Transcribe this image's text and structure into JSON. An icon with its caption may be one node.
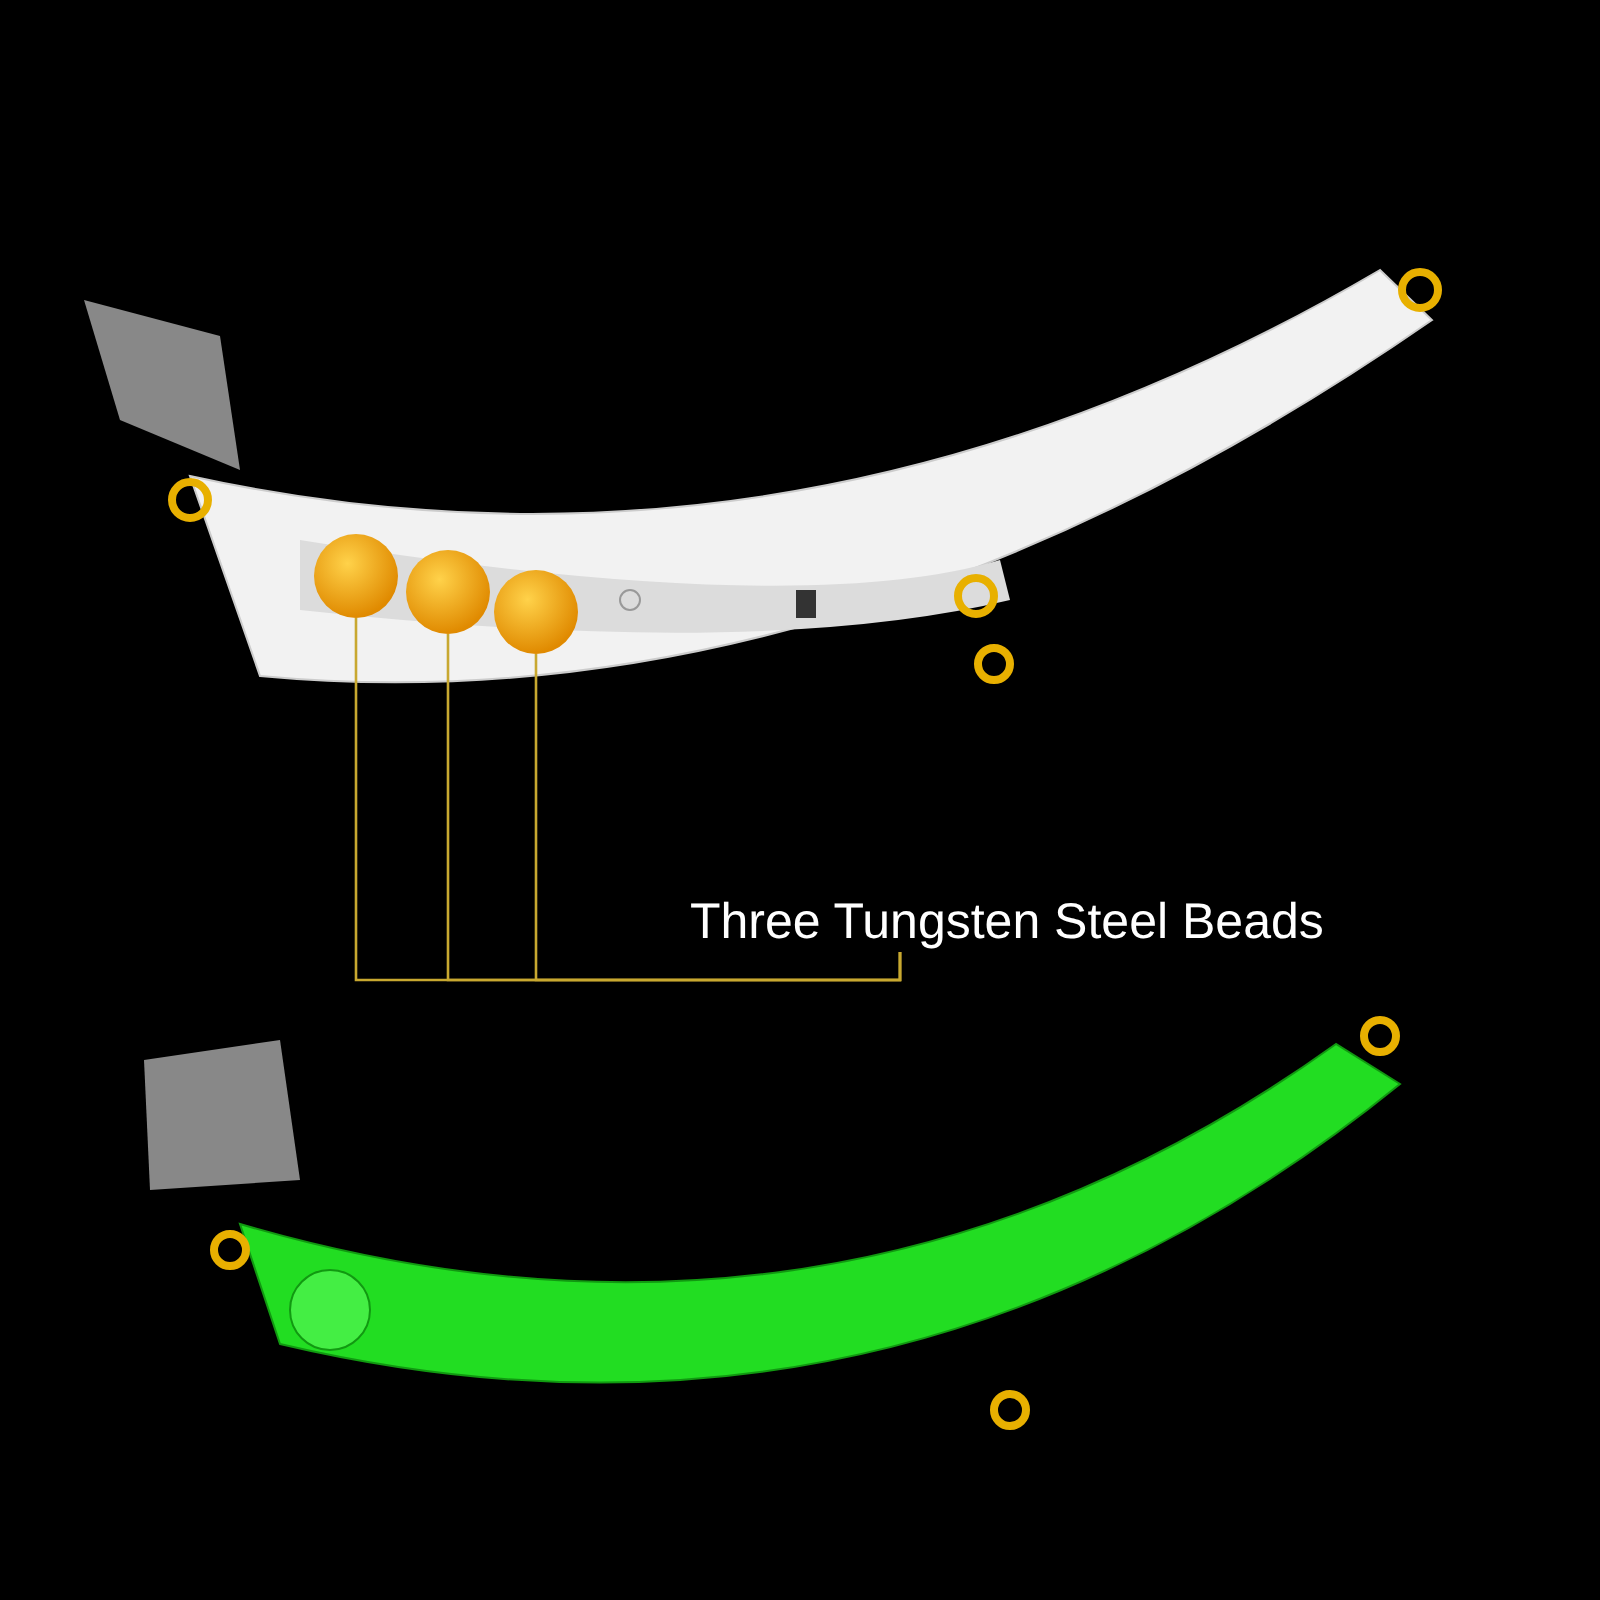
{
  "diagram": {
    "nodes": [
      {
        "text": [
          "Three Tungsten Steel Beads"
        ]
      },
      {
        "text": [],
        "shape": "circle"
      },
      {
        "text": [],
        "shape": "circle"
      },
      {
        "text": [],
        "shape": "circle"
      }
    ],
    "edges": [
      {
        "from": 0,
        "to": 1,
        "arrow": "none"
      },
      {
        "from": 0,
        "to": 2,
        "arrow": "none"
      },
      {
        "from": 0,
        "to": 3,
        "arrow": "none"
      }
    ]
  }
}
